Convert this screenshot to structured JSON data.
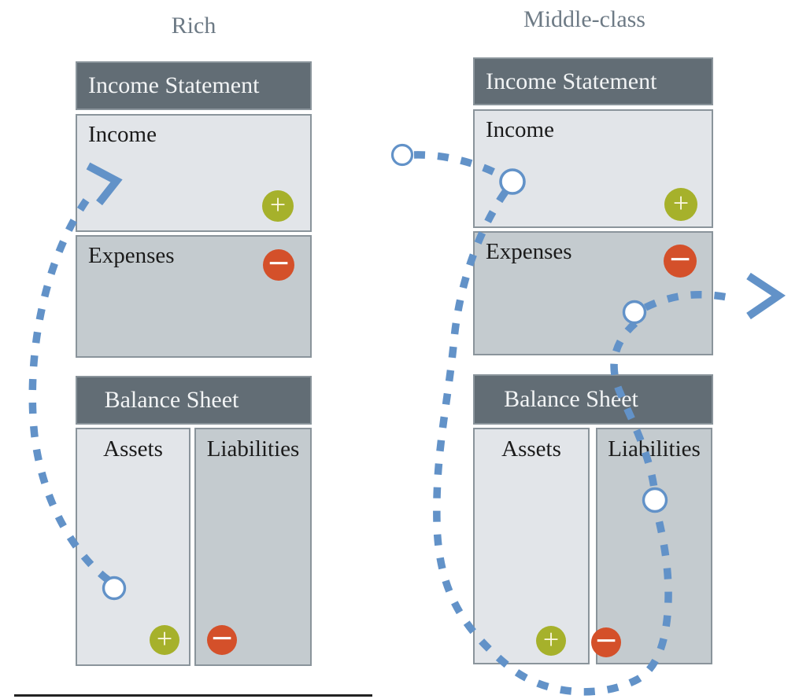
{
  "panels": [
    {
      "title": "Rich",
      "income_statement": {
        "header": "Income Statement",
        "sections": [
          {
            "label": "Income",
            "badge_icon": "plus-icon",
            "badge_color": "#a6b12b"
          },
          {
            "label": "Expenses",
            "badge_icon": "minus-icon",
            "badge_color": "#d4502a"
          }
        ]
      },
      "balance_sheet": {
        "header": "Balance Sheet",
        "columns": [
          {
            "label": "Assets",
            "badge_icon": "plus-icon",
            "badge_color": "#a6b12b"
          },
          {
            "label": "Liabilities",
            "badge_icon": "minus-icon",
            "badge_color": "#d4502a"
          }
        ]
      },
      "cash_flow_arrows": [
        {
          "id": "rich-loop",
          "style": "dashed-curve",
          "from": "assets",
          "to": "income",
          "arrowhead": "up-right",
          "nodes": [
            "assets"
          ]
        }
      ]
    },
    {
      "title": "Middle-class",
      "income_statement": {
        "header": "Income Statement",
        "sections": [
          {
            "label": "Income",
            "badge_icon": "plus-icon",
            "badge_color": "#a6b12b"
          },
          {
            "label": "Expenses",
            "badge_icon": "minus-icon",
            "badge_color": "#d4502a"
          }
        ]
      },
      "balance_sheet": {
        "header": "Balance Sheet",
        "columns": [
          {
            "label": "Assets",
            "badge_icon": "plus-icon",
            "badge_color": "#a6b12b"
          },
          {
            "label": "Liabilities",
            "badge_icon": "minus-icon",
            "badge_color": "#d4502a"
          }
        ]
      },
      "cash_flow_arrows": [
        {
          "id": "mc-inflow",
          "style": "dashed-curve",
          "from": "external",
          "to": "income",
          "nodes": [
            "external",
            "income"
          ]
        },
        {
          "id": "mc-loop",
          "style": "dashed-curve",
          "from": "income",
          "to": "liabilities",
          "nodes": [
            "liabilities"
          ]
        },
        {
          "id": "mc-liabilities-to-expenses",
          "style": "dashed-curve",
          "from": "liabilities",
          "to": "expenses",
          "nodes": [
            "expenses"
          ]
        },
        {
          "id": "mc-outflow",
          "style": "dashed-curve",
          "from": "expenses",
          "to": "outside",
          "arrowhead": "right"
        }
      ]
    }
  ],
  "icons": {
    "plus": "+",
    "minus": "−"
  },
  "colors": {
    "header_bg": "#626d75",
    "header_text": "#f2f4f5",
    "light_section_bg": "#e2e5e9",
    "medium_section_bg": "#c4cbcf",
    "box_border": "#8a949b",
    "plus_badge": "#a6b12b",
    "minus_badge": "#d4502a",
    "flow_blue": "#6292c8",
    "title_text": "#6d7a85"
  }
}
